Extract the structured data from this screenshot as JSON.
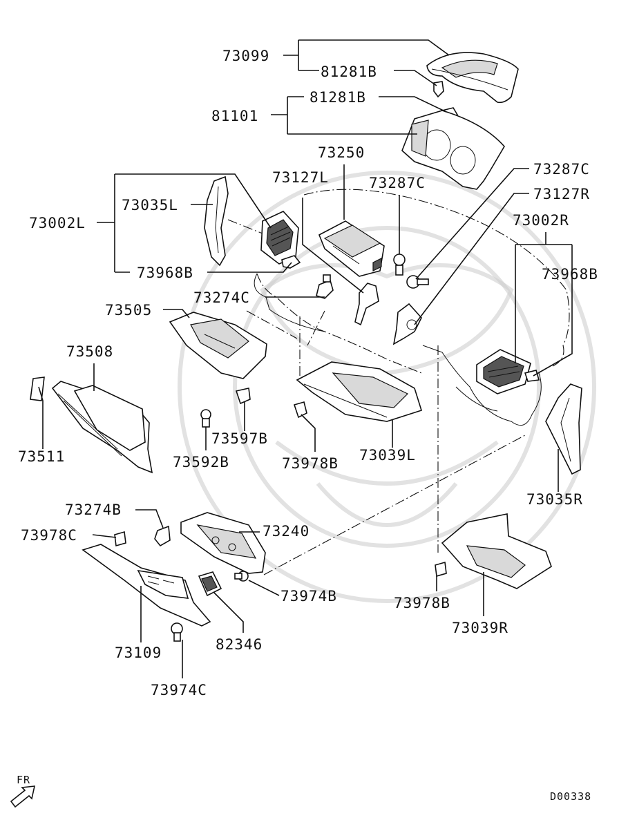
{
  "labels": {
    "p73099": "73099",
    "p81281B_a": "81281B",
    "p81281B_b": "81281B",
    "p81101": "81101",
    "p73250": "73250",
    "p73127L": "73127L",
    "p73287C_a": "73287C",
    "p73287C_b": "73287C",
    "p73127R": "73127R",
    "p73002R": "73002R",
    "p73968B_r": "73968B",
    "p73035L": "73035L",
    "p73002L": "73002L",
    "p73968B_l": "73968B",
    "p73274C": "73274C",
    "p73505": "73505",
    "p73508": "73508",
    "p73511": "73511",
    "p73592B": "73592B",
    "p73597B": "73597B",
    "p73978B_a": "73978B",
    "p73039L": "73039L",
    "p73035R": "73035R",
    "p73274B": "73274B",
    "p73240": "73240",
    "p73978C": "73978C",
    "p73974B": "73974B",
    "p82346": "82346",
    "p73109": "73109",
    "p73974C": "73974C",
    "p73978B_b": "73978B",
    "p73039R": "73039R"
  },
  "direction_mark": "FR",
  "diagram_code": "D00338"
}
